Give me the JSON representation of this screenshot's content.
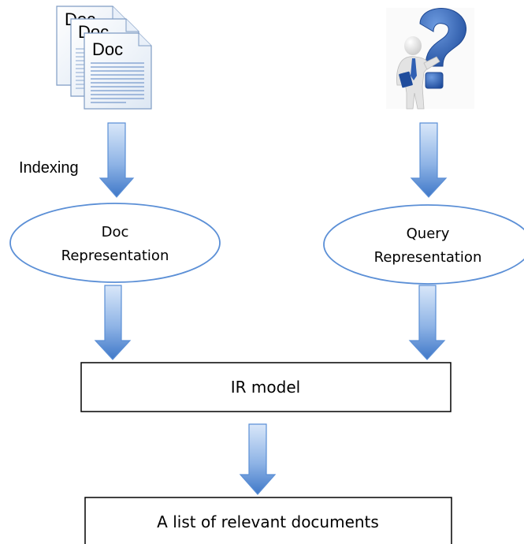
{
  "doc_stack": {
    "sheets": [
      {
        "title": "Doc"
      },
      {
        "title": "Doc"
      },
      {
        "title": "Doc"
      }
    ]
  },
  "labels": {
    "indexing": "Indexing"
  },
  "nodes": {
    "doc_representation": {
      "line1": "Doc",
      "line2": "Representation"
    },
    "query_representation": {
      "line1": "Query",
      "line2": "Representation"
    },
    "ir_model": {
      "label": "IR model"
    },
    "result": {
      "label": "A list of relevant documents"
    }
  },
  "colors": {
    "arrow_light": "#c9ddf6",
    "arrow_dark": "#4e86d1",
    "arrow_stroke": "#5b8fd6",
    "node_stroke": "#5b8fd6",
    "question_mark": "#2f5fb3",
    "figure": "#e6e6e6",
    "tie": "#2f5fb3"
  },
  "icons": {
    "document_stack": "document-stack-icon",
    "query_person": "person-question-mark-icon"
  }
}
